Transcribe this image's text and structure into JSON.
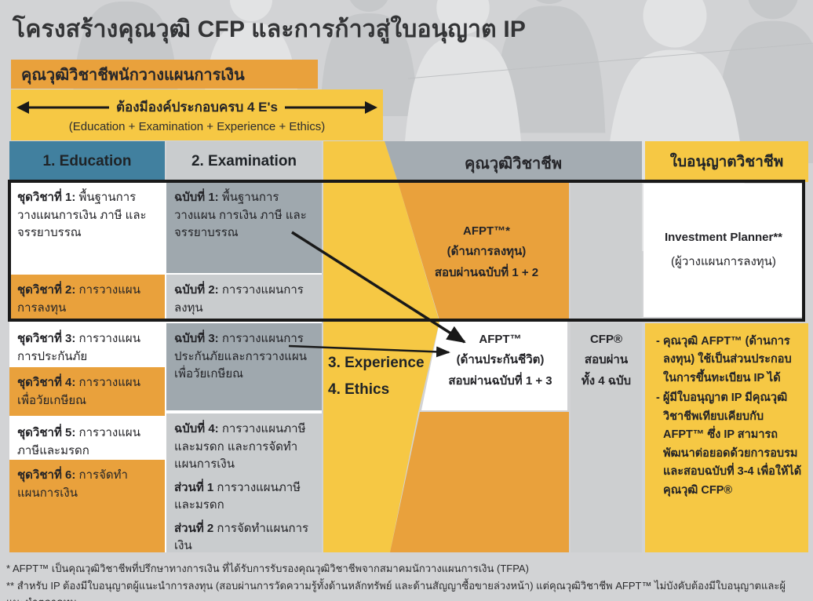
{
  "title": "โครงสร้างคุณวุฒิ CFP และการก้าวสู่ใบอนุญาต IP",
  "banner": "คุณวุฒิวิชาชีพนักวางแผนการเงิน",
  "four_es": {
    "heading": "ต้องมีองค์ประกอบครบ 4 E's",
    "subheading": "(Education + Examination + Experience + Ethics)"
  },
  "columns": {
    "education": "1. Education",
    "examination": "2. Examination",
    "qualification": "คุณวุฒิวิชาชีพ",
    "license": "ใบอนุญาตวิชาชีพ"
  },
  "education": {
    "cells": [
      {
        "prefix": "ชุดวิชาที่ 1:",
        "text": "พื้นฐานการวางแผนการเงิน ภาษี และจรรยาบรรณ"
      },
      {
        "prefix": "ชุดวิชาที่ 2:",
        "text": "การวางแผนการลงทุน"
      },
      {
        "prefix": "ชุดวิชาที่ 3:",
        "text": "การวางแผนการประกันภัย"
      },
      {
        "prefix": "ชุดวิชาที่ 4:",
        "text": "การวางแผนเพื่อวัยเกษียณ"
      },
      {
        "prefix": "ชุดวิชาที่ 5:",
        "text": "การวางแผนภาษีและมรดก"
      },
      {
        "prefix": "ชุดวิชาที่ 6:",
        "text": "การจัดทำแผนการเงิน"
      }
    ]
  },
  "examination": {
    "cells": [
      {
        "prefix": "ฉบับที่ 1:",
        "text": "พื้นฐานการวางแผน การเงิน ภาษี และจรรยาบรรณ"
      },
      {
        "prefix": "ฉบับที่ 2:",
        "text": "การวางแผนการลงทุน"
      },
      {
        "prefix": "ฉบับที่ 3:",
        "text": "การวางแผนการประกันภัยและการวางแผนเพื่อวัยเกษียณ"
      },
      {
        "prefix": "ฉบับที่ 4:",
        "text": "การวางแผนภาษีและมรดก และการจัดทำแผนการเงิน",
        "part1_prefix": "ส่วนที่ 1",
        "part1_text": "การวางแผนภาษีและมรดก",
        "part2_prefix": "ส่วนที่ 2",
        "part2_text": "การจัดทำแผนการเงิน"
      }
    ]
  },
  "middle": {
    "experience": "3. Experience",
    "ethics": "4. Ethics",
    "afpt_investment": {
      "name": "AFPT™*",
      "focus": "(ด้านการลงทุน)",
      "requirement": "สอบผ่านฉบับที่ 1 + 2"
    },
    "afpt_life": {
      "name": "AFPT™",
      "focus": "(ด้านประกันชีวิต)",
      "requirement": "สอบผ่านฉบับที่ 1 + 3"
    },
    "cfp": {
      "name": "CFP®",
      "requirement_line1": "สอบผ่าน",
      "requirement_line2": "ทั้ง 4 ฉบับ"
    }
  },
  "license": {
    "investment_planner": {
      "name": "Investment Planner**",
      "thai": "(ผู้วางแผนการลงทุน)"
    },
    "notes": [
      "- คุณวุฒิ AFPT™ (ด้านการลงทุน) ใช้เป็นส่วนประกอบในการขึ้นทะเบียน IP ได้",
      "- ผู้มีใบอนุญาต IP มีคุณวุฒิวิชาชีพเทียบเคียบกับ AFPT™ ซึ่ง IP สามารถพัฒนาต่อยอดด้วยการอบรมและสอบฉบับที่ 3-4 เพื่อให้ได้คุณวุฒิ CFP®"
    ]
  },
  "footnotes": [
    "* AFPT™ เป็นคุณวุฒิวิชาชีพที่ปรึกษาทางการเงิน ที่ได้รับการรับรองคุณวุฒิวิชาชีพจากสมาคมนักวางแผนการเงิน (TFPA)",
    "** สำหรับ IP ต้องมีใบอนุญาตผู้แนะนำการลงทุน (สอบผ่านการวัดความรู้ทั้งด้านหลักทรัพย์ และด้านสัญญาซื้อขายล่วงหน้า) แต่คุณวุฒิวิชาชีพ AFPT™ ไม่บังคับต้องมีใบอนุญาตและผู้แนะนำตลาดทุน"
  ],
  "colors": {
    "orange": "#E9A13C",
    "yellow": "#F6C844",
    "teal": "#41809F",
    "gray_cell_dark": "#9FA8AE",
    "gray_cell_light": "#C9CCCE",
    "gray_header": "#A4ACB2",
    "background": "#D2D3D5",
    "line_black": "#191919"
  }
}
